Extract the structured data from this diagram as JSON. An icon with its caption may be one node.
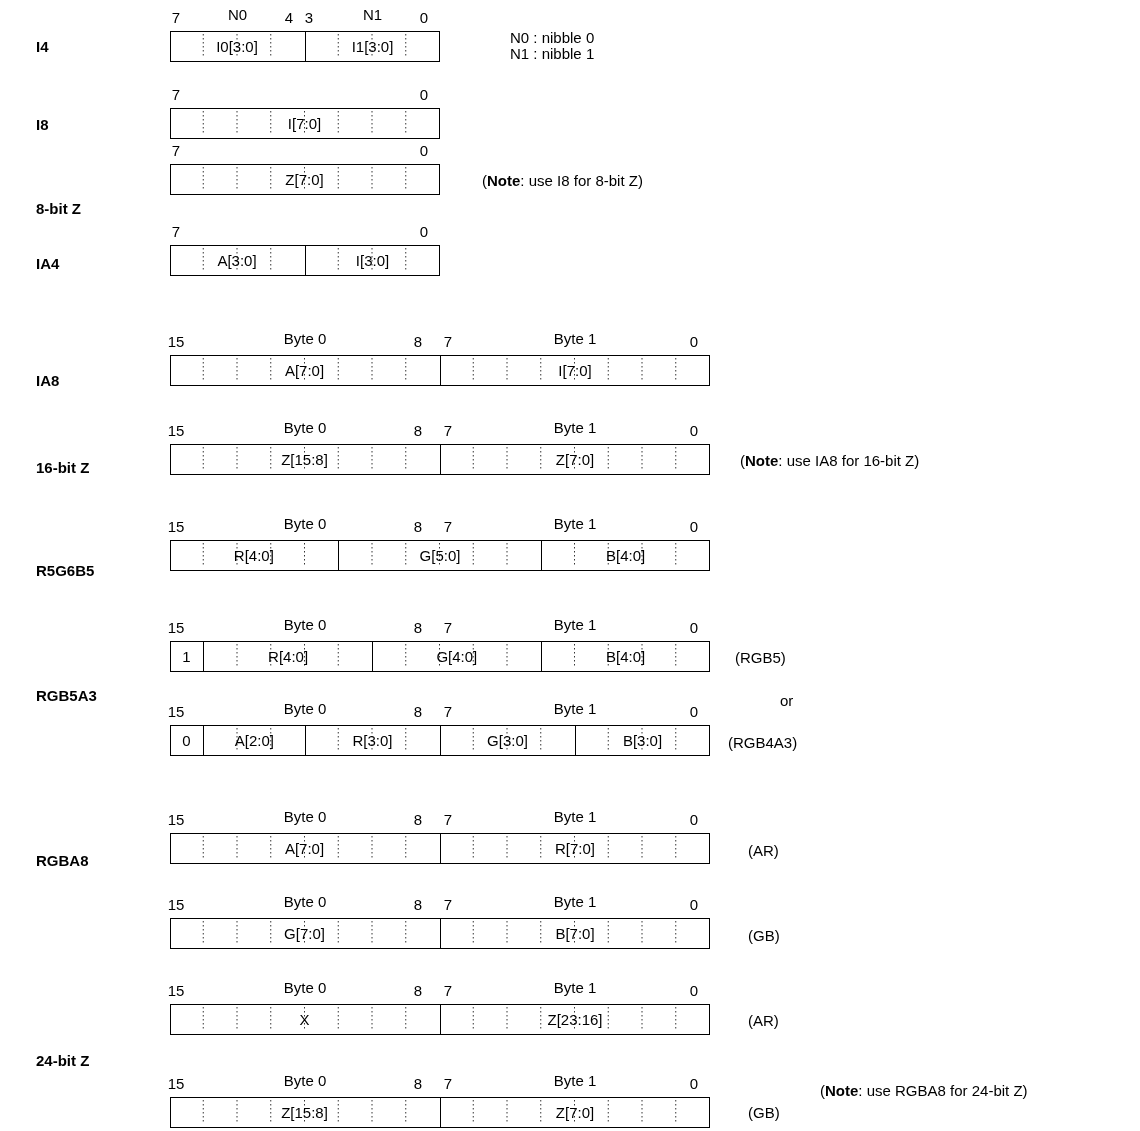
{
  "diagram": {
    "nodes": [
      {
        "text": [],
        "shape": "box"
      },
      {
        "text": [
          "I0[3:0]"
        ],
        "in": 0
      },
      {
        "text": [
          "I1[3:0]"
        ],
        "in": 0
      },
      {
        "text": [],
        "shape": "box"
      },
      {
        "text": [
          "I[7:0]"
        ],
        "in": 3
      },
      {
        "text": [],
        "shape": "box"
      },
      {
        "text": [
          "Z[7:0]"
        ],
        "in": 5
      },
      {
        "text": [],
        "shape": "box"
      },
      {
        "text": [
          "A[3:0]"
        ],
        "in": 7
      },
      {
        "text": [
          "I[3:0]"
        ],
        "in": 7
      },
      {
        "text": [],
        "shape": "box"
      },
      {
        "text": [
          "A[7:0]"
        ],
        "in": 10
      },
      {
        "text": [
          "I[7:0]"
        ],
        "in": 10
      },
      {
        "text": [],
        "shape": "box"
      },
      {
        "text": [
          "Z[15:8]"
        ],
        "in": 13
      },
      {
        "text": [
          "Z[7:0]"
        ],
        "in": 13
      },
      {
        "text": [],
        "shape": "box"
      },
      {
        "text": [
          "R[4:0]"
        ],
        "in": 16
      },
      {
        "text": [
          "G[5:0]"
        ],
        "in": 16
      },
      {
        "text": [
          "B[4:0]"
        ],
        "in": 16
      },
      {
        "text": [],
        "shape": "box"
      },
      {
        "text": [
          "1"
        ],
        "in": 20
      },
      {
        "text": [
          "R[4:0]"
        ],
        "in": 20
      },
      {
        "text": [
          "G[4:0]"
        ],
        "in": 20
      },
      {
        "text": [
          "B[4:0]"
        ],
        "in": 20
      },
      {
        "text": [],
        "shape": "box"
      },
      {
        "text": [
          "0"
        ],
        "in": 25
      },
      {
        "text": [
          "A[2:0]"
        ],
        "in": 25
      },
      {
        "text": [
          "R[3:0]"
        ],
        "in": 25
      },
      {
        "text": [
          "G[3:0]"
        ],
        "in": 25
      },
      {
        "text": [
          "B[3:0]"
        ],
        "in": 25
      },
      {
        "text": [],
        "shape": "box"
      },
      {
        "text": [
          "A[7:0]"
        ],
        "in": 31
      },
      {
        "text": [
          "R[7:0]"
        ],
        "in": 31
      },
      {
        "text": [],
        "shape": "box"
      },
      {
        "text": [
          "G[7:0]"
        ],
        "in": 34
      },
      {
        "text": [
          "B[7:0]"
        ],
        "in": 34
      },
      {
        "text": [],
        "shape": "box"
      },
      {
        "text": [
          "X"
        ],
        "in": 37
      },
      {
        "text": [
          "Z[23:16]"
        ],
        "in": 37
      },
      {
        "text": [],
        "shape": "box"
      },
      {
        "text": [
          "Z[15:8]"
        ],
        "in": 40
      },
      {
        "text": [
          "Z[7:0]"
        ],
        "in": 40
      }
    ],
    "labels": [
      "7",
      "N0",
      "4",
      "3",
      "N1",
      "0",
      "N0 : nibble 0",
      "I4",
      "N1 : nibble 1",
      "7",
      "0",
      "I8",
      "7",
      "0",
      "(**Note**: use I8 for 8-bit Z)",
      "8-bit Z",
      "7",
      "0",
      "IA4",
      "15",
      "Byte 0",
      "8",
      "7",
      "Byte 1",
      "0",
      "IA8",
      "15",
      "Byte 0",
      "8",
      "7",
      "Byte 1",
      "0",
      "16-bit Z",
      "(**Note**: use IA8 for 16-bit Z)",
      "15",
      "Byte 0",
      "8",
      "7",
      "Byte 1",
      "0",
      "R5G6B5",
      "15",
      "Byte 0",
      "8",
      "7",
      "Byte 1",
      "0",
      "(RGB5)",
      "RGB5A3",
      "or",
      "15",
      "Byte 0",
      "8",
      "7",
      "Byte 1",
      "0",
      "(RGB4A3)",
      "15",
      "Byte 0",
      "8",
      "7",
      "Byte 1",
      "0",
      "(AR)",
      "RGBA8",
      "15",
      "Byte 0",
      "8",
      "7",
      "Byte 1",
      "0",
      "(GB)",
      "15",
      "Byte 0",
      "8",
      "7",
      "Byte 1",
      "0",
      "(AR)",
      "24-bit Z",
      "(**Note**: use RGBA8 for 24-bit Z)",
      "15",
      "Byte 0",
      "8",
      "7",
      "Byte 1",
      "0",
      "(GB)"
    ]
  }
}
